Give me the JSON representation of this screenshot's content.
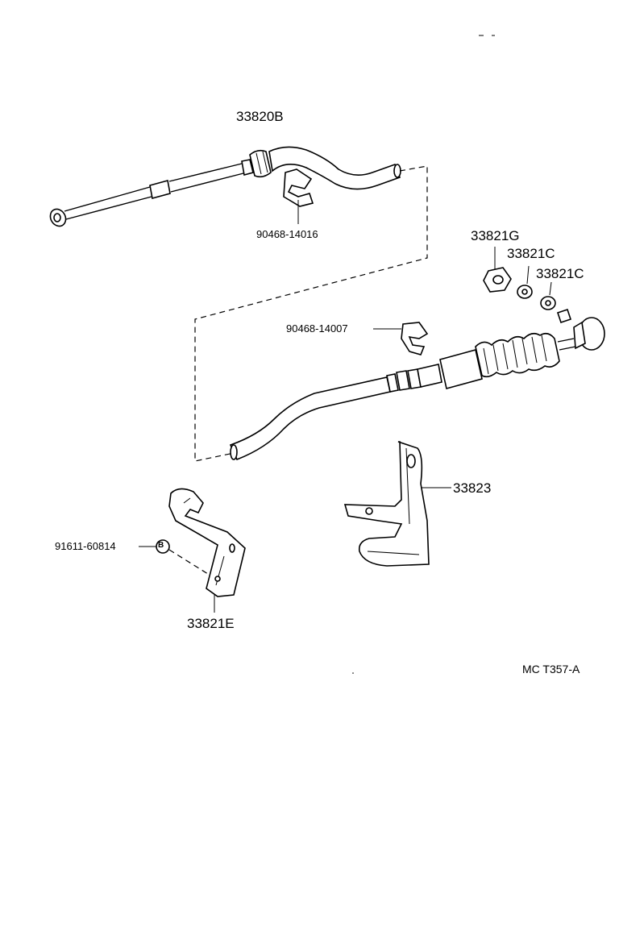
{
  "labels": {
    "upper_cable": "33820B",
    "upper_clip": "90468-14016",
    "nut": "33821G",
    "washer_1": "33821C",
    "washer_2": "33821C",
    "lower_clip": "90468-14007",
    "bracket_right": "33823",
    "bolt": "91611-60814",
    "bolt_symbol": "B",
    "bracket_left": "33821E"
  },
  "reference_code": "MC  T357-A"
}
